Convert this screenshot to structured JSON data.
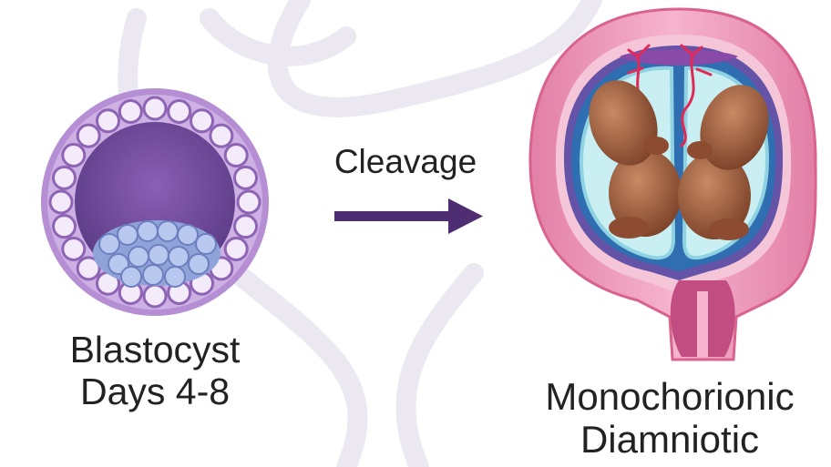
{
  "diagram": {
    "left_label": {
      "line1": "Blastocyst",
      "line2": "Days 4-8"
    },
    "arrow_label": "Cleavage",
    "right_label": {
      "line1": "Monochorionic",
      "line2": "Diamniotic"
    }
  },
  "colors": {
    "blastocyst_ring": "#c7a7dd",
    "blastocyst_cavity": "#6e4799",
    "inner_cell_mass": "#a3b5e3",
    "arrow": "#4f2d73",
    "uterus_wall": "#ef9fbe",
    "chorion": "#6453a6",
    "amniotic_fluid": "#c9eff3",
    "fetus": "#9a5b3b",
    "vessels": "#e02a55",
    "background_watermark": "#ece8f2"
  }
}
